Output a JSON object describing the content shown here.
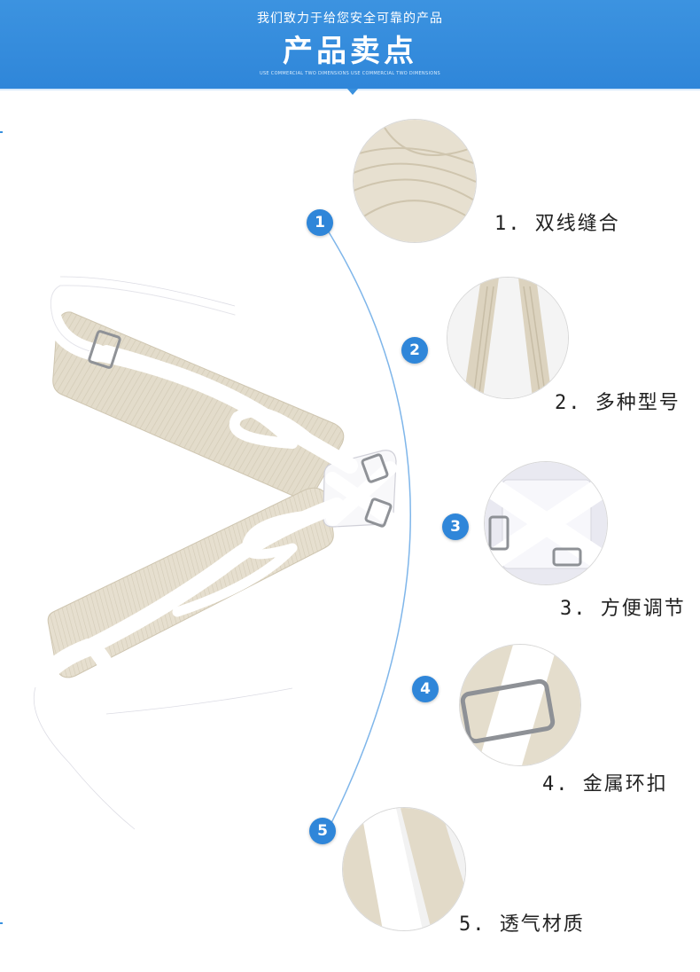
{
  "banner": {
    "subtitle": "我们致力于给您安全可靠的产品",
    "title": "产品卖点",
    "english": "USE COMMERCIAL TWO DIMENSIONS USE COMMERCIAL TWO DIMENSIONS"
  },
  "features": [
    {
      "number": "1",
      "label": "1. 双线缝合"
    },
    {
      "number": "2",
      "label": "2. 多种型号"
    },
    {
      "number": "3",
      "label": "3. 方便调节"
    },
    {
      "number": "4",
      "label": "4. 金属环扣"
    },
    {
      "number": "5",
      "label": "5. 透气材质"
    }
  ],
  "colors": {
    "accent": "#2f86d9",
    "pad": "#e3dccb",
    "strap": "#ffffff"
  }
}
